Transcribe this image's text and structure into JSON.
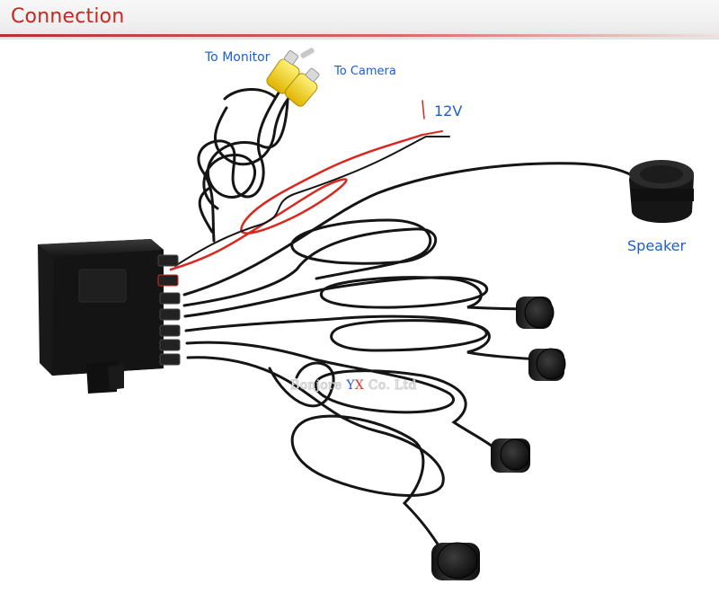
{
  "header": {
    "title": "Connection"
  },
  "labels": {
    "to_monitor": "To Monitor",
    "to_camera": "To Camera",
    "power": "12V",
    "speaker": "Speaker"
  },
  "watermark": {
    "prefix": "Bonjore ",
    "y": "Y",
    "x": "X",
    "suffix": " Co. Ltd"
  },
  "colors": {
    "title": "#c8261e",
    "label": "#1a5fd0",
    "cable": "#151515",
    "power_wire": "#d8281f",
    "rca": "#f2c900"
  }
}
